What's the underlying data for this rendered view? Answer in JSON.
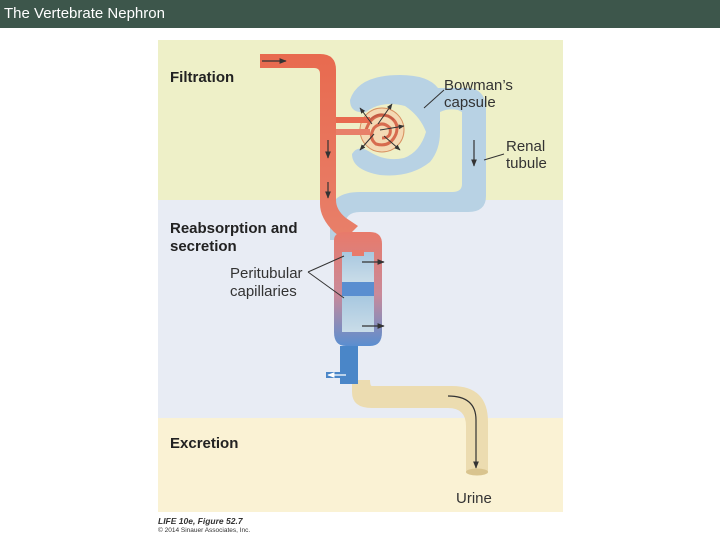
{
  "slide": {
    "title": "The Vertebrate Nephron",
    "colors": {
      "title_bar": "#3d564b",
      "filtration_bg": "#eef0c8",
      "reabsorption_bg": "#e8ecf4",
      "excretion_bg": "#faf2d4",
      "blood_arterial": "#e86a4f",
      "blood_venous": "#4a86c8",
      "tubule": "#b8d2e4",
      "urine_tube": "#ecdcb0"
    }
  },
  "figure": {
    "sections": {
      "filtration": "Filtration",
      "reabsorption_line1": "Reabsorption and",
      "reabsorption_line2": "secretion",
      "excretion": "Excretion"
    },
    "labels": {
      "bowmans_line1": "Bowman’s",
      "bowmans_line2": "capsule",
      "renal_line1": "Renal",
      "renal_line2": "tubule",
      "peritubular_line1": "Peritubular",
      "peritubular_line2": "capillaries",
      "urine": "Urine"
    },
    "credit": {
      "figure": "LIFE 10e, Figure 52.7",
      "copyright": "© 2014 Sinauer Associates, Inc."
    }
  }
}
